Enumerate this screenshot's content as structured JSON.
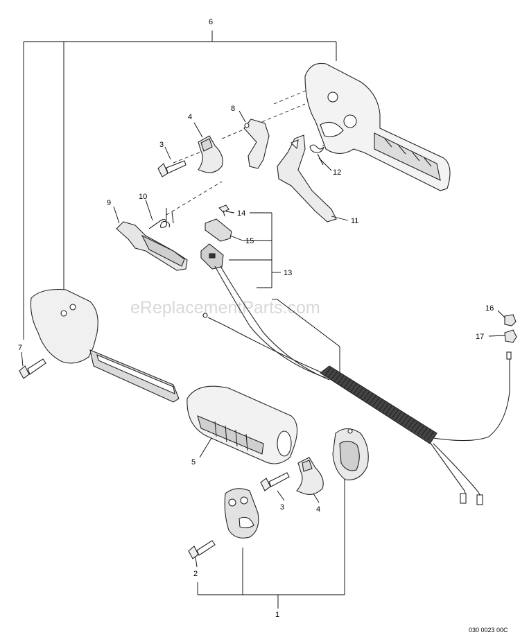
{
  "watermark": "eReplacementParts.com",
  "drawing_number": "030 0023 00C",
  "callouts": {
    "c1": "1",
    "c2": "2",
    "c3a": "3",
    "c3b": "3",
    "c4a": "4",
    "c4b": "4",
    "c5": "5",
    "c6": "6",
    "c7": "7",
    "c8": "8",
    "c9": "9",
    "c10": "10",
    "c11": "11",
    "c12": "12",
    "c13": "13",
    "c14": "14",
    "c15": "15",
    "c16": "16",
    "c17": "17"
  }
}
